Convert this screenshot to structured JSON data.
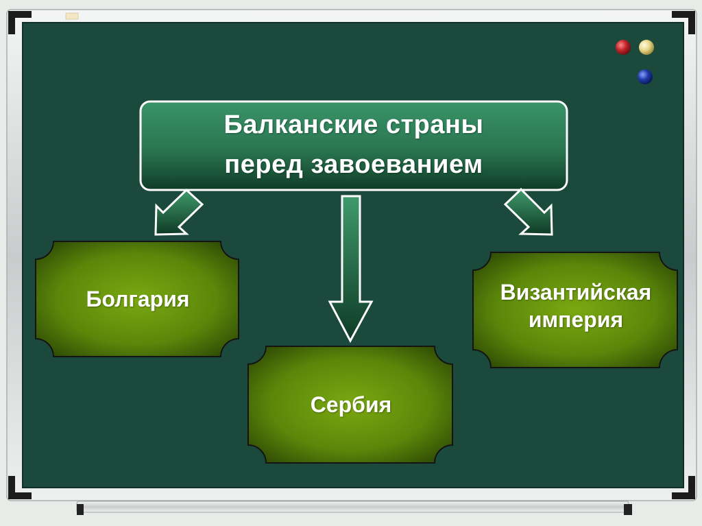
{
  "diagram": {
    "title": "Балканские страны\nперед завоеванием",
    "nodes": [
      {
        "id": "bulgaria",
        "label": "Болгария"
      },
      {
        "id": "serbia",
        "label": "Сербия"
      },
      {
        "id": "byzantium",
        "label": "Византийская\nимперия"
      }
    ],
    "edges": [
      {
        "from": "title",
        "to": "bulgaria"
      },
      {
        "from": "title",
        "to": "serbia"
      },
      {
        "from": "title",
        "to": "byzantium"
      }
    ]
  },
  "colors": {
    "board": "#1b4a3c",
    "frame": "#d6d9d9",
    "title_box_fill": "#2f7a57",
    "node_fill": "#5e8a0c",
    "arrow_fill": "#2f7a57",
    "magnet_red": "#c0262b",
    "magnet_yellow": "#e9d88a",
    "magnet_blue": "#1f3aa8"
  }
}
